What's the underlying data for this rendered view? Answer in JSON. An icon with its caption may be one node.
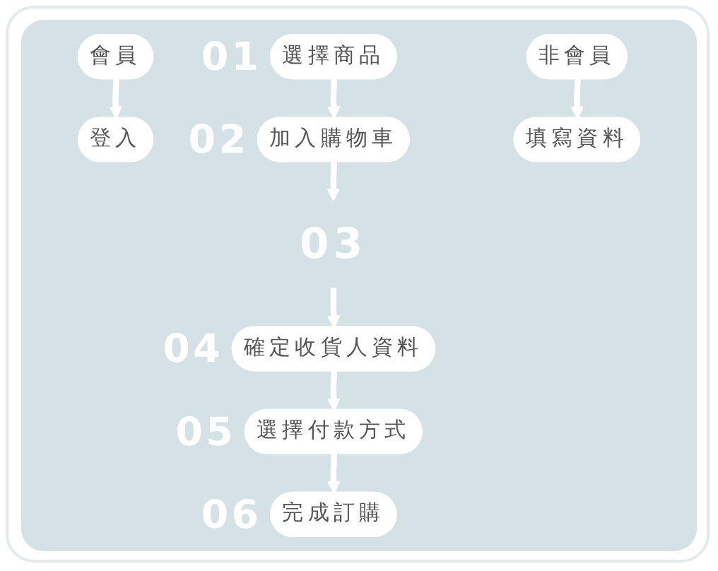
{
  "diagram": {
    "nodes": [
      {
        "text": [
          "選擇商品"
        ],
        "beside": [
          "01"
        ]
      },
      {
        "text": [
          "加入購物車"
        ],
        "beside": [
          "02"
        ]
      },
      {
        "text": [
          "會員"
        ]
      },
      {
        "text": [
          "非會員"
        ]
      },
      {
        "text": [
          "03"
        ]
      },
      {
        "text": [
          "登入"
        ]
      },
      {
        "text": [
          "填寫資料"
        ]
      },
      {
        "text": [
          "確定收貨人資料"
        ],
        "beside": [
          "04"
        ]
      },
      {
        "text": [
          "選擇付款方式"
        ],
        "beside": [
          "05"
        ]
      },
      {
        "text": [
          "完成訂購"
        ],
        "beside": [
          "06"
        ]
      }
    ],
    "edges": [
      {
        "from": 0,
        "to": 1,
        "arrow": "to"
      },
      {
        "from": 1,
        "to": 4,
        "arrow": "to"
      },
      {
        "from": 2,
        "to": 5,
        "arrow": "to"
      },
      {
        "from": 3,
        "to": 6,
        "arrow": "to"
      },
      {
        "from": 4,
        "to": 7,
        "arrow": "to"
      },
      {
        "from": 7,
        "to": 8,
        "arrow": "to"
      },
      {
        "from": 8,
        "to": 9,
        "arrow": "to"
      }
    ]
  }
}
